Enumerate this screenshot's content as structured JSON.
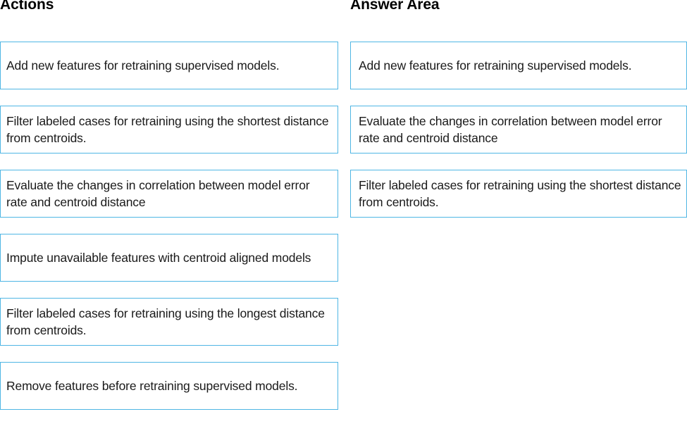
{
  "colors": {
    "tile_border": "#4FB6E4",
    "tile_background": "#FFFFFF",
    "text": "#1A1A1A",
    "heading": "#000000",
    "page_background": "#FFFFFF"
  },
  "actions": {
    "heading": "Actions",
    "items": [
      {
        "label": "Add new features for retraining supervised models."
      },
      {
        "label": "Filter labeled cases for retraining using the shortest distance from centroids."
      },
      {
        "label": "Evaluate the changes in correlation between model error rate and centroid distance"
      },
      {
        "label": "Impute unavailable features with centroid aligned models"
      },
      {
        "label": "Filter labeled cases for retraining using the longest distance from centroids."
      },
      {
        "label": "Remove features before retraining supervised models."
      }
    ]
  },
  "answer_area": {
    "heading": "Answer Area",
    "items": [
      {
        "label": "Add new features for retraining supervised models."
      },
      {
        "label": "Evaluate the changes in correlation between model error rate and centroid distance"
      },
      {
        "label": "Filter labeled cases for retraining using the shortest distance from centroids."
      }
    ]
  }
}
